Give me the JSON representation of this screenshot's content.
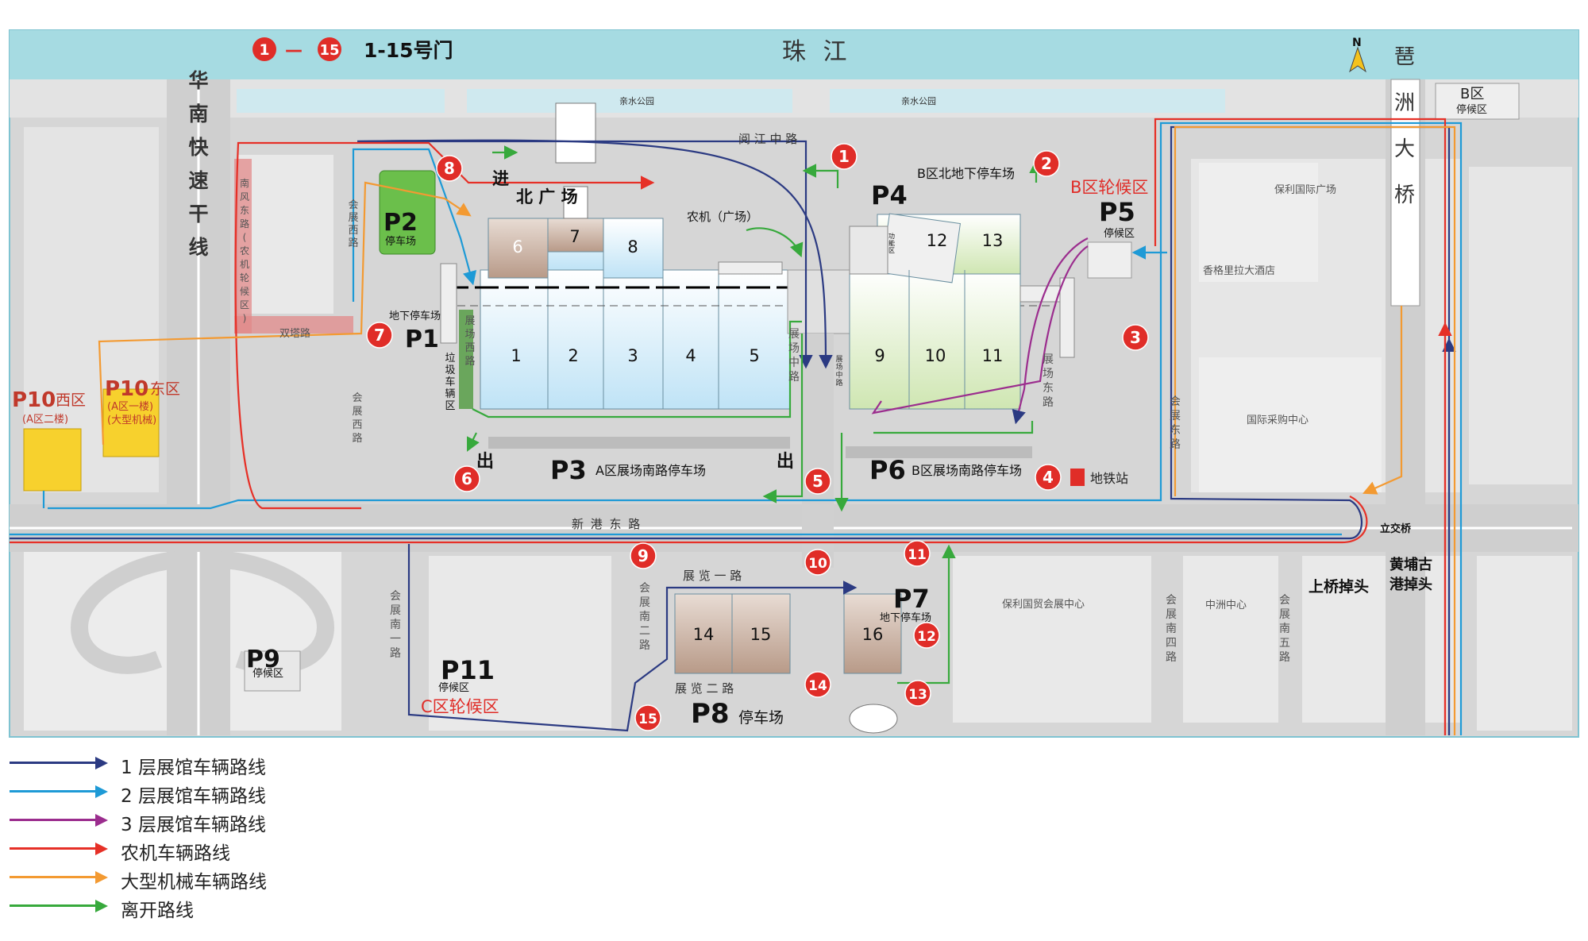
{
  "gates_legend": {
    "from": "1",
    "dash": "—",
    "to": "15",
    "text": "1-15号门"
  },
  "colors": {
    "level1": "#2b3a82",
    "level2": "#1e9ad6",
    "level3": "#9b2d8e",
    "farm": "#e63027",
    "machinery": "#f39a32",
    "exit": "#37a93c",
    "river": "#a6dbe2",
    "marker": "#e02d28",
    "hall_blue": "#cfe9f7",
    "hall_green": "#dcecc4",
    "hall_brown": "#bfa596"
  },
  "roads": {
    "river": "珠  江",
    "expressway": "华南快速干线",
    "bridge": "琶洲大桥",
    "yuejiang": "阅 江 中 路",
    "xingang": "新 港 东 路",
    "nanfeng": "南风东路(农机轮候区)",
    "shuangta": "双塔路",
    "huizhan_xi": "会展西路",
    "huizhan_xi2": "会展西路",
    "zhanchang_xi": "展场西路",
    "zhanchang_zhong": "展场中路",
    "zhanchang_dong": "展场东路",
    "huizhan_dong": "会展东路",
    "huizhan_nan1": "会展南一路",
    "huizhan_nan2": "会展南二路",
    "huizhan_nan4": "会展南四路",
    "huizhan_nan5": "会展南五路",
    "zhanlan1": "展 览 一 路",
    "zhanlan2": "展 览 二 路",
    "park1": "亲水公园",
    "park2": "亲水公园",
    "zhanchang_zhong2": "展场中路"
  },
  "labels": {
    "b_zone": "B区",
    "b_zone_wait": "停候区",
    "poly_plaza": "保利国际广场",
    "shangri_la": "香格里拉大酒店",
    "intl_purchase": "国际采购中心",
    "poly_world_trade": "保利国贸会展中心",
    "zhongzhou": "中洲中心",
    "metro": "地铁站",
    "north_plaza_in": "进",
    "north_plaza": "北    广    场",
    "farm_plaza": "农机（广场）",
    "exit1": "出",
    "exit2": "出",
    "garbage": "垃圾车辆区",
    "func_zone": "功能区",
    "interchange": "立交桥",
    "up_bridge_uturn": "上桥掉头",
    "huangpu_uturn1": "黄埔古",
    "huangpu_uturn2": "港掉头",
    "b_wait": "B区轮候区",
    "c_wait": "C区轮候区",
    "p_shield": "N"
  },
  "parking": {
    "p1": {
      "code": "P1",
      "desc": "地下停车场"
    },
    "p2": {
      "code": "P2",
      "desc": "停车场"
    },
    "p3": {
      "code": "P3",
      "desc": "A区展场南路停车场"
    },
    "p4": {
      "code": "P4",
      "desc": "B区北地下停车场"
    },
    "p5": {
      "code": "P5",
      "desc": "停候区"
    },
    "p6": {
      "code": "P6",
      "desc": "B区展场南路停车场"
    },
    "p7": {
      "code": "P7",
      "desc": "地下停车场"
    },
    "p8": {
      "code": "P8",
      "desc": "停车场"
    },
    "p9": {
      "code": "P9",
      "desc": "停候区"
    },
    "p10w": {
      "code": "P10",
      "suffix": "西区",
      "desc": "(A区二楼)"
    },
    "p10e": {
      "code": "P10",
      "suffix": "东区",
      "desc1": "(A区一楼)",
      "desc2": "(大型机械)"
    },
    "p11": {
      "code": "P11",
      "desc": "停候区"
    }
  },
  "halls": [
    "1",
    "2",
    "3",
    "4",
    "5",
    "6",
    "7",
    "8",
    "9",
    "10",
    "11",
    "12",
    "13",
    "14",
    "15",
    "16"
  ],
  "gates": [
    "1",
    "2",
    "3",
    "4",
    "5",
    "6",
    "7",
    "8",
    "9",
    "10",
    "11",
    "12",
    "13",
    "14",
    "15"
  ],
  "legend": [
    {
      "label": "1 层展馆车辆路线",
      "color": "#2b3a82"
    },
    {
      "label": "2 层展馆车辆路线",
      "color": "#1e9ad6"
    },
    {
      "label": "3 层展馆车辆路线",
      "color": "#9b2d8e"
    },
    {
      "label": "农机车辆路线",
      "color": "#e63027"
    },
    {
      "label": "大型机械车辆路线",
      "color": "#f39a32"
    },
    {
      "label": "离开路线",
      "color": "#37a93c"
    }
  ]
}
